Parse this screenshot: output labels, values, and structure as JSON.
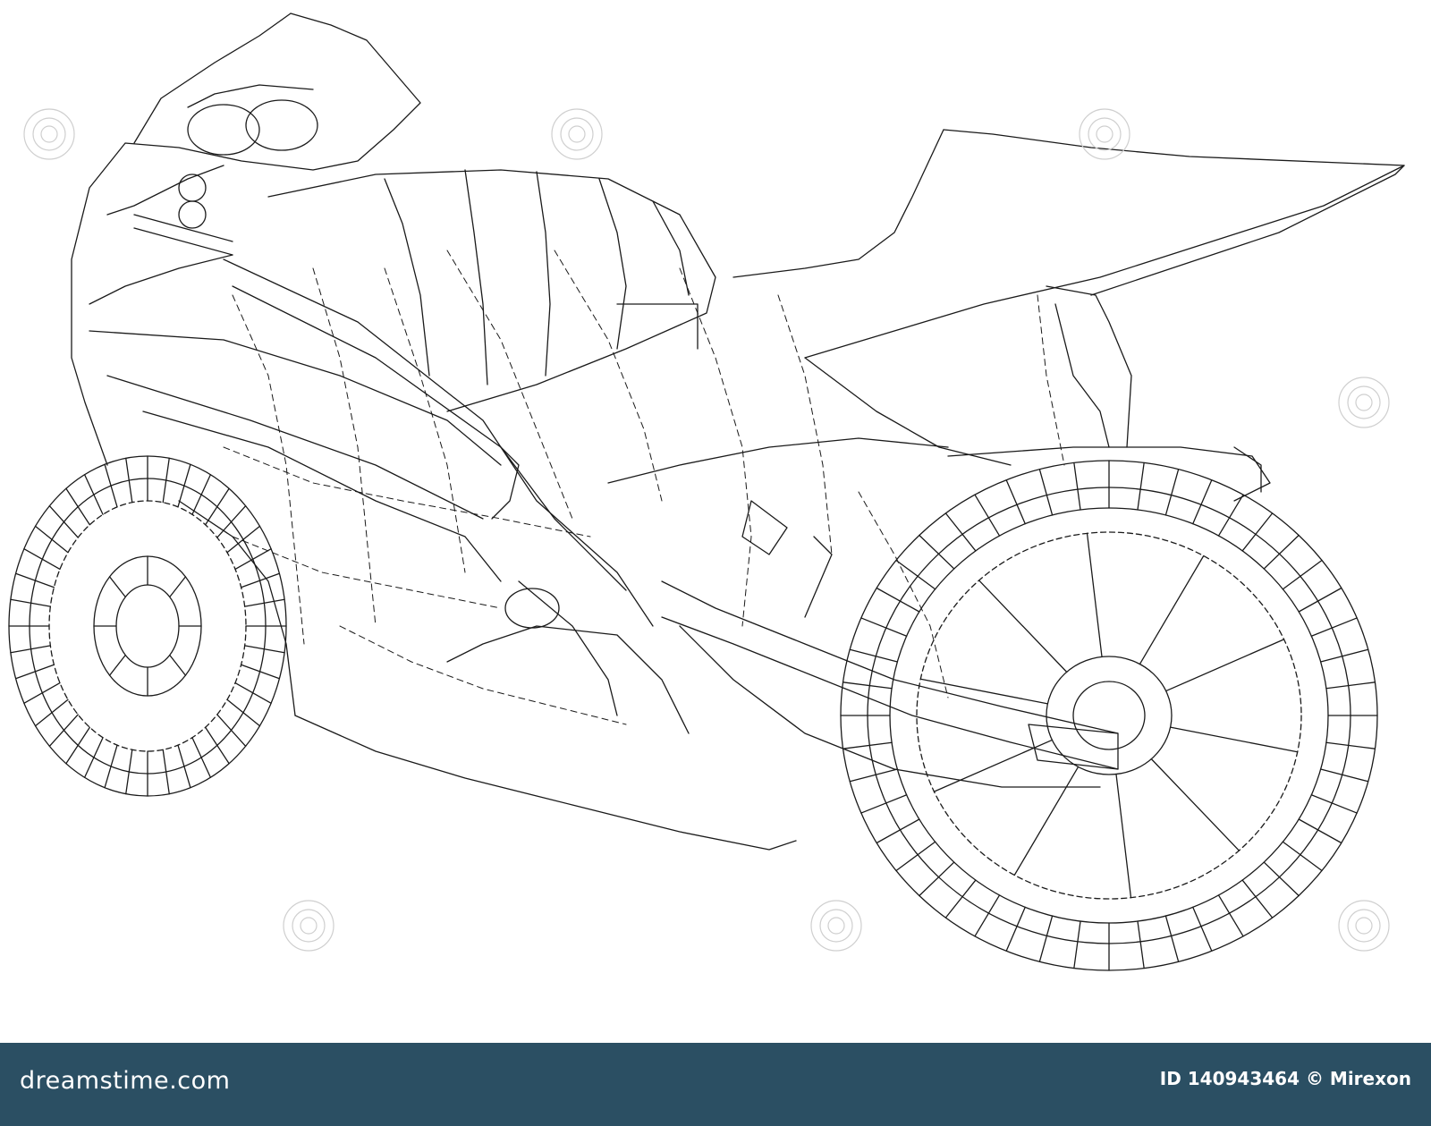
{
  "footer": {
    "brand_text": "dreamstime.com",
    "photo_id": "ID 140943464 © Mirexon",
    "background_color": "#2b4f63",
    "text_color": "#ffffff"
  },
  "image": {
    "subject": "motorcycle-wireframe",
    "line_color": "#1a1a1a",
    "background_color": "#ffffff"
  }
}
